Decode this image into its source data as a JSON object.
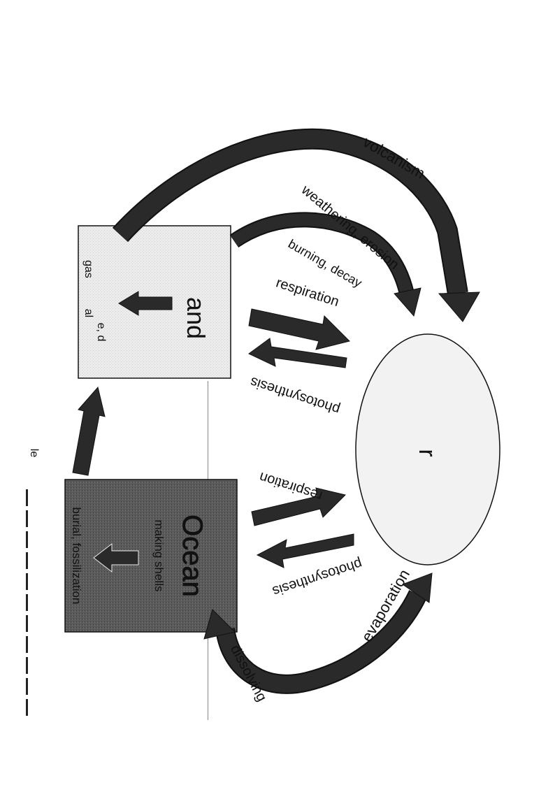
{
  "diagram": {
    "orientation": "rotated 90 degrees clockwise",
    "nodes": {
      "land": {
        "title": "and",
        "inner_lines": [
          "e, d",
          "al",
          "gas"
        ]
      },
      "ocean": {
        "title": "Ocean",
        "inner_lines": [
          "making shells",
          "burial, fossilization"
        ]
      },
      "atmosphere": {
        "title": "r"
      }
    },
    "processes": {
      "volcanism": "volcanism",
      "weathering": "weathering, erosion",
      "burning": "burning, decay",
      "respiration_land": "respiration",
      "photosynthesis_land": "photosynthesis",
      "respiration_ocean": "respiration",
      "photosynthesis_ocean": "photosynthesis",
      "evaporation": "evaporation",
      "dissolving": "dissolving"
    },
    "margin_label": "le",
    "colors": {
      "arrow_fill": "#2a2a2a",
      "land_fill": "#ececec",
      "ocean_fill": "#5a5a5a",
      "atmosphere_fill": "#f2f2f2",
      "outline": "#111111"
    }
  }
}
